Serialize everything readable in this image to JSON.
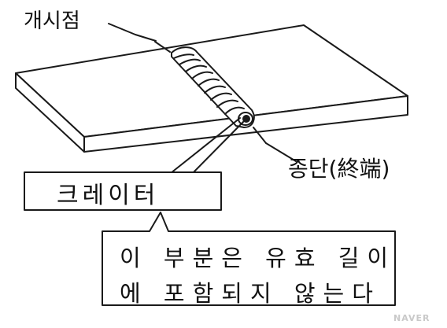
{
  "labels": {
    "start_point": "개시점",
    "end_point": "종단(終端)",
    "crater": "크레이터",
    "note_line1": "이 부분은 유효 길이",
    "note_line2": "에 포함되지 않는다"
  },
  "watermark": "NAVER",
  "colors": {
    "ink": "#1a1a1a",
    "paper": "#ffffff",
    "watermark": "#c9c9c9"
  }
}
